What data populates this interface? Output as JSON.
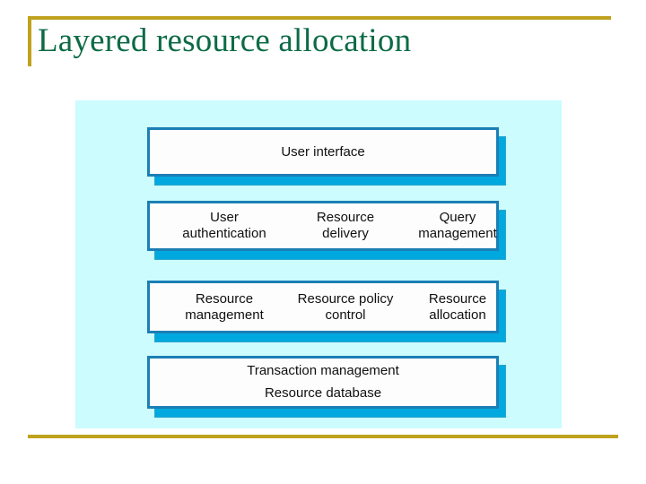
{
  "slide": {
    "title": "Layered resource allocation",
    "title_color": "#0c6b46",
    "rule_color": "#bfa21e",
    "background": "#ffffff"
  },
  "diagram": {
    "panel_background": "#ccfcfd",
    "box_fill": "#fdfdfd",
    "box_border": "#1b7fb5",
    "box_shadow": "#00a8e0",
    "layers": [
      {
        "name": "user-interface-layer",
        "columns": 1,
        "lines": [
          "User interface"
        ]
      },
      {
        "name": "service-layer",
        "columns": 3,
        "cells": [
          "User\nauthentication",
          "Resource\ndelivery",
          "Query\nmanagement"
        ]
      },
      {
        "name": "resource-management-layer",
        "columns": 3,
        "cells": [
          "Resource\nmanagement",
          "Resource policy\ncontrol",
          "Resource\nallocation"
        ]
      },
      {
        "name": "transaction-layer",
        "columns": 1,
        "lines": [
          "Transaction management",
          "Resource database"
        ]
      }
    ]
  }
}
